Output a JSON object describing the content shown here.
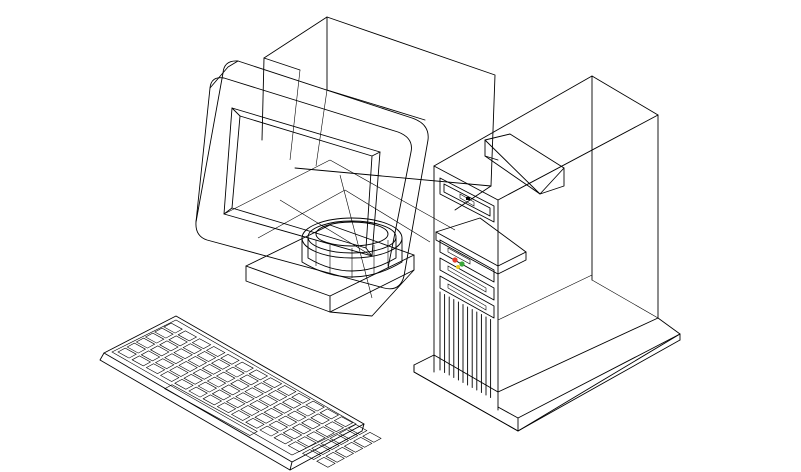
{
  "figure": {
    "kind": "isometric wireframe line drawing",
    "colors": {
      "background": "#ffffff",
      "line": "#000000",
      "led_red": "#e23c2c",
      "led_green": "#3aa63a",
      "led_yellow": "#e8c821"
    },
    "keyboard": {
      "rows": 6,
      "keys_per_row": 15
    },
    "tower": {
      "drive_bays": 3,
      "vent_slots": 12
    }
  }
}
